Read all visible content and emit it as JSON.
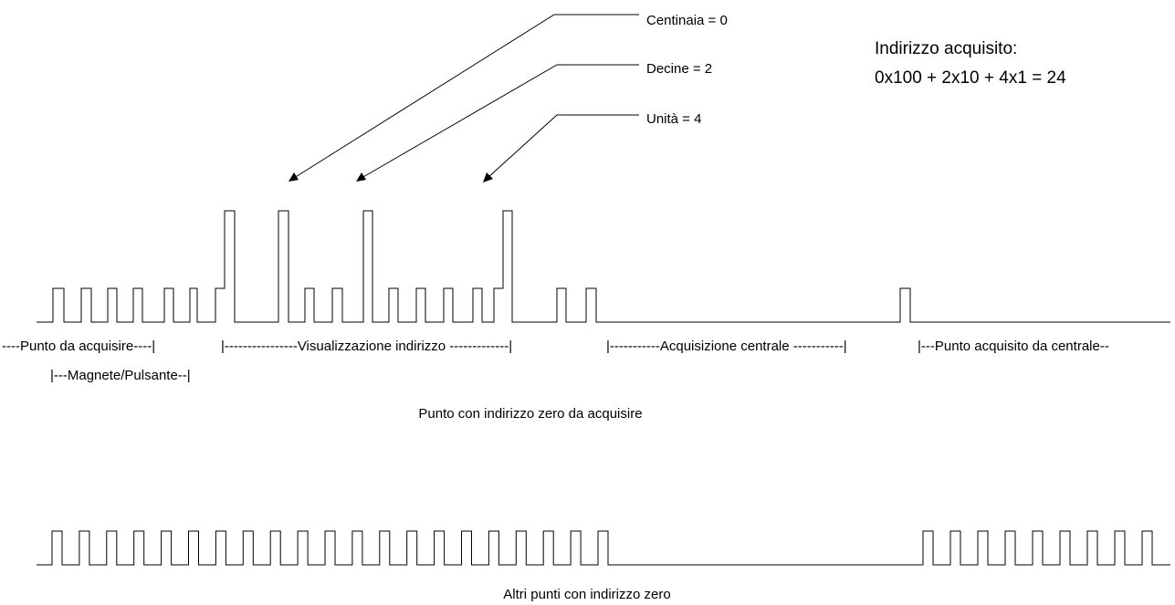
{
  "annotations": {
    "centinaia": "Centinaia = 0",
    "decine": "Decine = 2",
    "unita": "Unità = 4"
  },
  "result": {
    "title": "Indirizzo acquisito:",
    "formula": "0x100 + 2x10 + 4x1 = 24"
  },
  "phases": {
    "punto_da_acquisire": "----Punto da acquisire----|",
    "visualizzazione": "|----------------Visualizzazione indirizzo -------------|",
    "acquisizione": "|-----------Acquisizione centrale -----------|",
    "punto_acquisito": "|---Punto acquisito da centrale--",
    "magnete": "|---Magnete/Pulsante--|"
  },
  "captions": {
    "top": "Punto con indirizzo zero da acquisire",
    "bottom": "Altri punti con indirizzo zero"
  }
}
